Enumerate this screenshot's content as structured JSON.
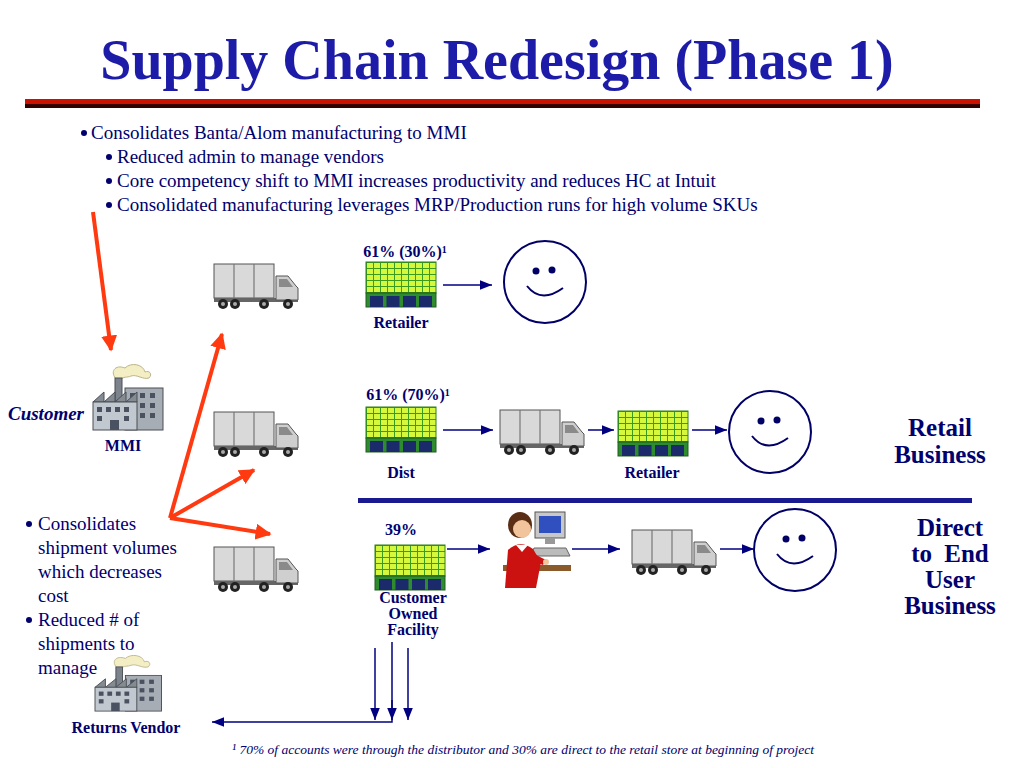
{
  "diagram": {
    "title": "Supply Chain Redesign (Phase 1)",
    "nodes": [
      {
        "text": [
          "Customer",
          "MMI"
        ]
      },
      {
        "text": [
          "61% (30%)¹",
          "Retailer"
        ]
      },
      {
        "text": [
          "61% (70%)¹",
          "Dist"
        ]
      },
      {
        "text": [
          "Retailer"
        ]
      },
      {
        "text": [
          "39%",
          "Customer Owned Facility"
        ]
      },
      {
        "text": [
          "Returns Vendor"
        ]
      }
    ],
    "edges": [
      {
        "from": 4,
        "to": 5,
        "arrow": "to"
      }
    ],
    "labels": [
      "Consolidates Banta/Alom manufacturing to MMI",
      "Reduced admin to manage vendors",
      "Core competency shift to MMI increases productivity and reduces HC at Intuit",
      "Consolidated manufacturing leverages MRP/Production runs for high volume SKUs",
      "Consolidates shipment volumes which decreases cost",
      "Reduced # of shipments to manage",
      "Retail Business",
      "Direct to End User Business",
      "¹ 70% of accounts were through the distributor and 30% are direct to the retail store at beginning of project"
    ]
  }
}
